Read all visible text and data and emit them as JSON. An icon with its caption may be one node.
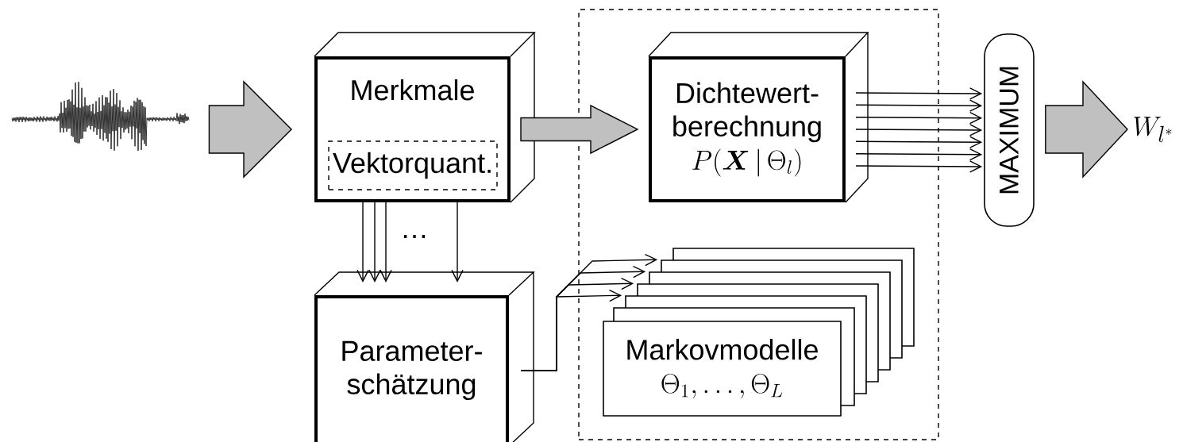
{
  "diagram": {
    "nodes": [
      {
        "text": [],
        "shape": "picture"
      },
      {
        "text": [
          "Merkmale"
        ]
      },
      {
        "text": [
          "Vektorquant."
        ],
        "in": 1
      },
      {
        "text": [],
        "shape": "box"
      },
      {
        "text": [
          "Dichtewert- berechnung",
          "P(\\boldsymbol{X}\\,|\\,\\Theta_l)"
        ],
        "in": 3
      },
      {
        "text": [
          "MAXIMUM"
        ]
      },
      {
        "text": [
          "W_{l^{*}}"
        ]
      },
      {
        "text": [
          "Parameter- schätzung"
        ]
      },
      {
        "text": [
          "Markovmodelle",
          "\\Theta_1, \\ldots, \\Theta_L"
        ],
        "in": 3
      },
      {
        "text": [],
        "shape": "box",
        "in": 3
      },
      {
        "text": [],
        "shape": "box",
        "in": 3
      },
      {
        "text": [],
        "shape": "box",
        "in": 3
      },
      {
        "text": [],
        "shape": "box",
        "in": 3
      },
      {
        "text": [],
        "shape": "box",
        "in": 3
      },
      {
        "text": [],
        "shape": "box",
        "in": 3
      }
    ],
    "edges": [
      {
        "from": 0,
        "to": 1,
        "arrow": "to",
        "style": "thick",
        "color": "#c0c0c0"
      },
      {
        "from": 1,
        "to": 4,
        "arrow": "to",
        "style": "thick",
        "color": "#c0c0c0"
      },
      {
        "from": 4,
        "to": 5,
        "arrow": "to"
      },
      {
        "from": 4,
        "to": 5,
        "arrow": "to"
      },
      {
        "from": 4,
        "to": 5,
        "arrow": "to"
      },
      {
        "from": 4,
        "to": 5,
        "arrow": "to"
      },
      {
        "from": 4,
        "to": 5,
        "arrow": "to"
      },
      {
        "from": 4,
        "to": 5,
        "arrow": "to"
      },
      {
        "from": 4,
        "to": 5,
        "arrow": "to"
      },
      {
        "from": 5,
        "to": 6,
        "arrow": "to",
        "style": "thick",
        "color": "#c0c0c0"
      },
      {
        "from": 1,
        "to": 7,
        "arrow": "to"
      },
      {
        "from": 1,
        "to": 7,
        "arrow": "to"
      },
      {
        "from": 1,
        "to": 7,
        "arrow": "to"
      },
      {
        "from": 1,
        "to": 7,
        "arrow": "to"
      },
      {
        "from": 7,
        "to": 10,
        "arrow": "to"
      },
      {
        "from": 7,
        "to": 11,
        "arrow": "to"
      },
      {
        "from": 7,
        "to": 12,
        "arrow": "to"
      },
      {
        "from": 7,
        "to": 13,
        "arrow": "to"
      }
    ],
    "labels": [
      "…"
    ]
  }
}
